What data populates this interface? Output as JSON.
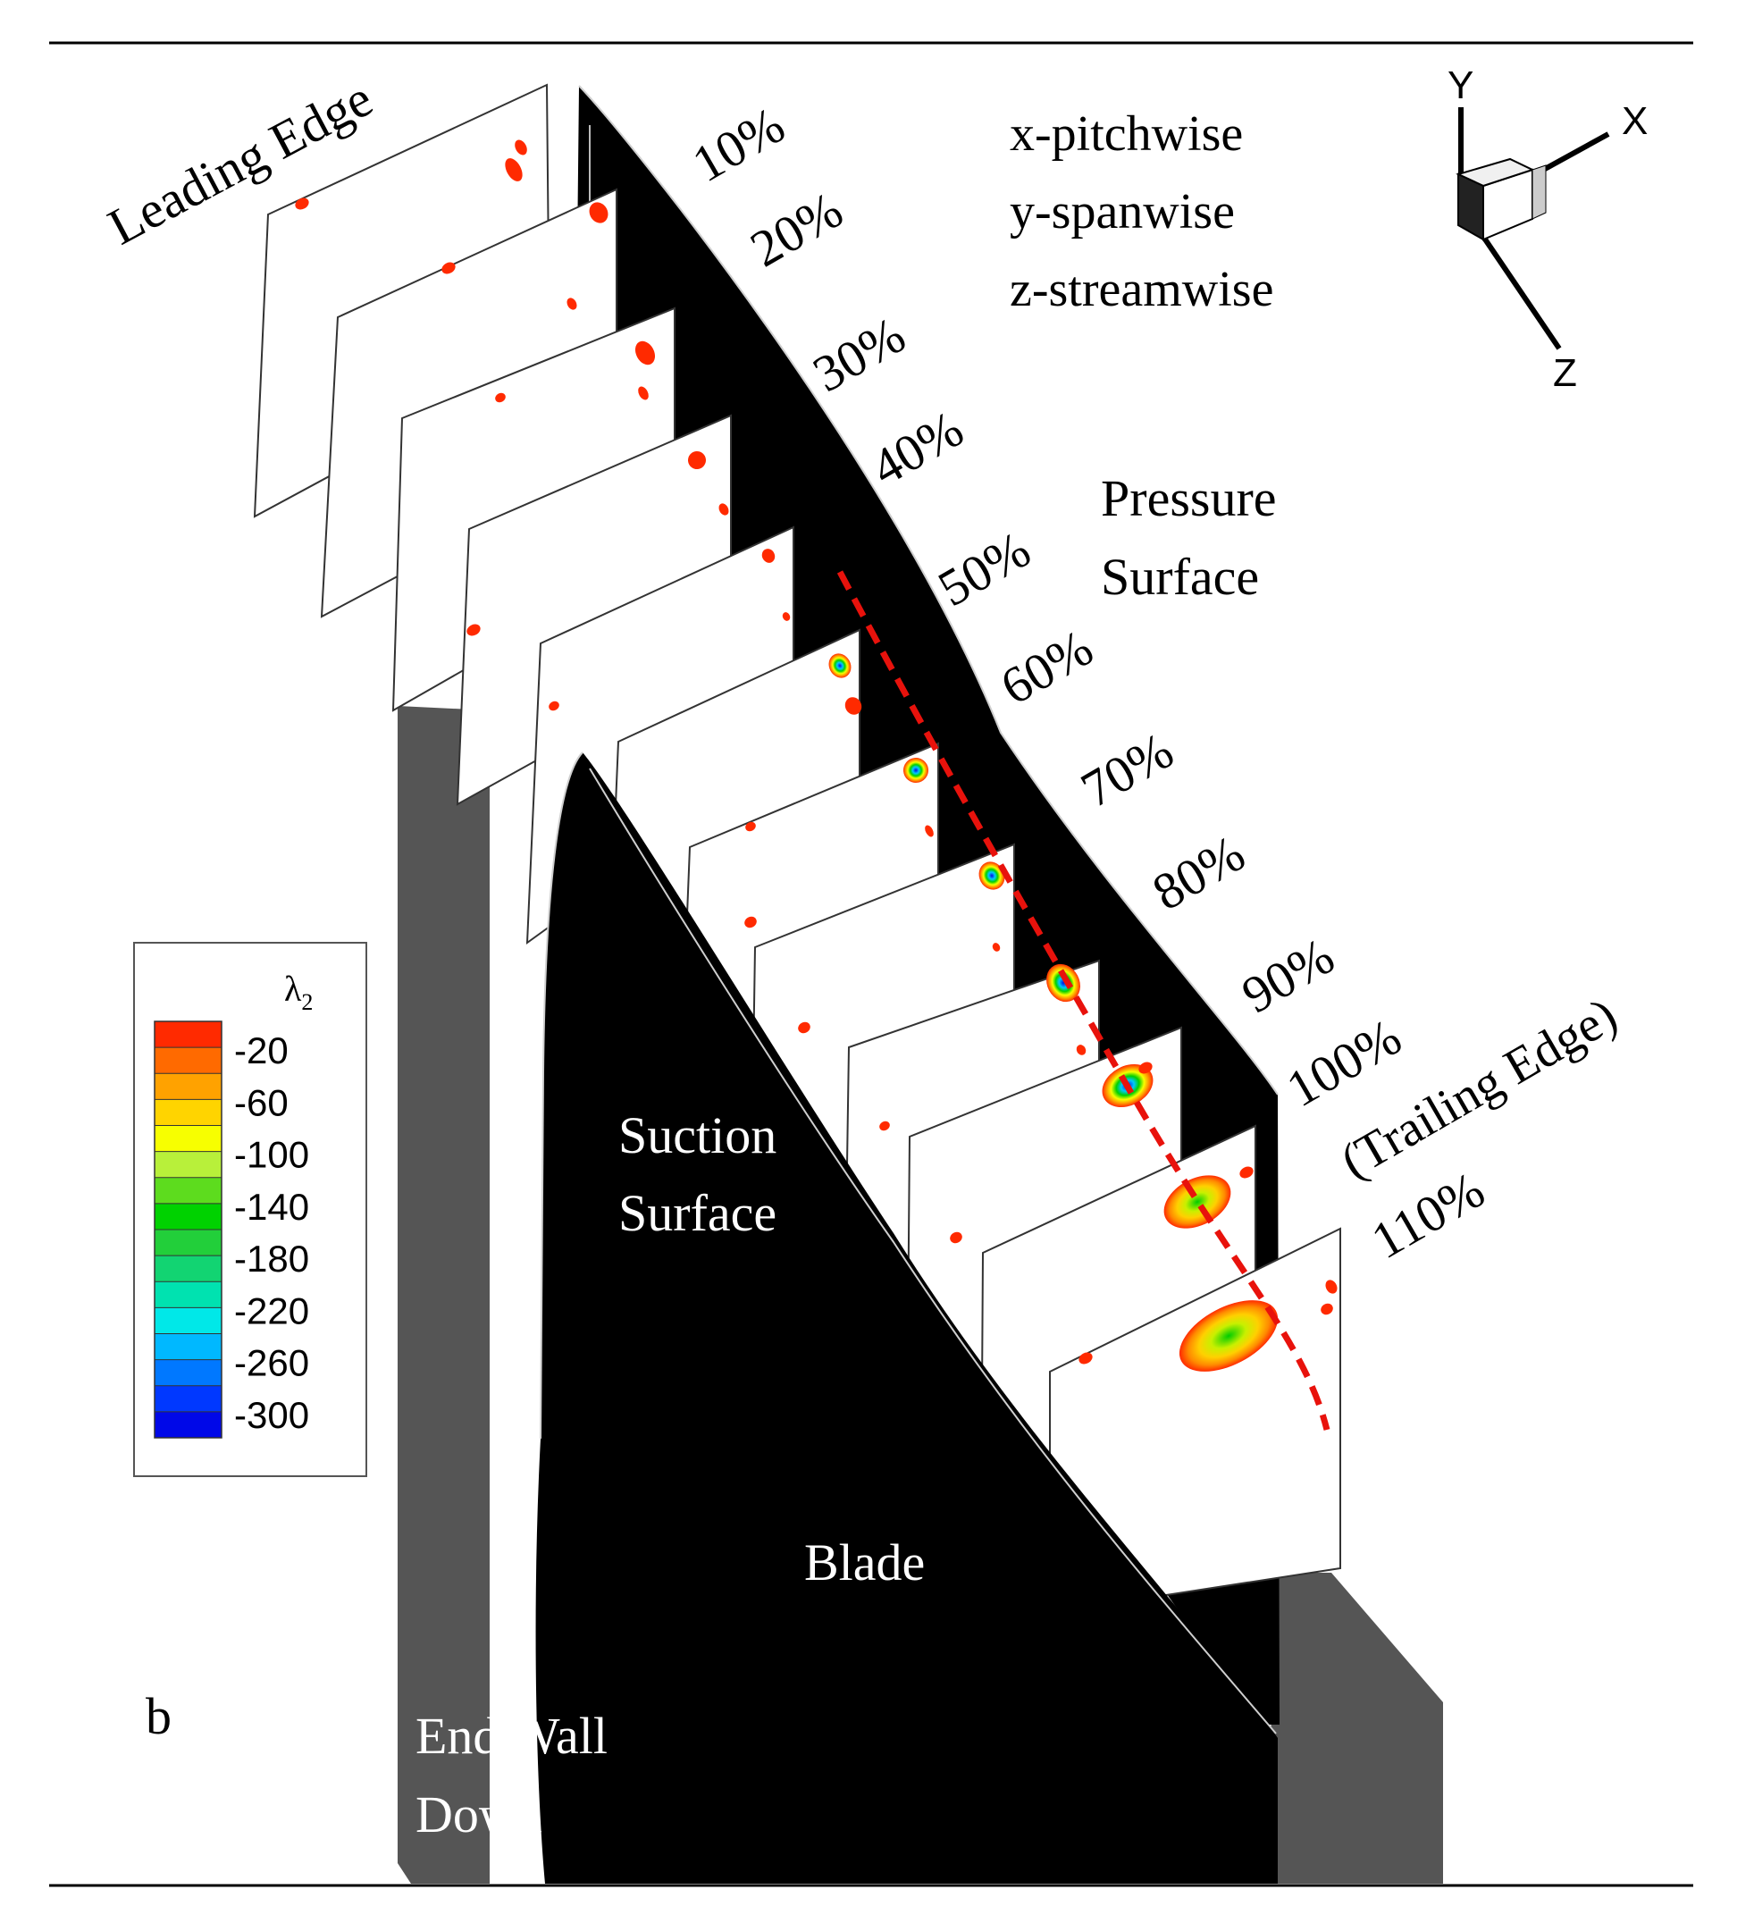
{
  "leading_edge_label": "Leading Edge",
  "trailing_edge_label": "(Trailing Edge)",
  "axis_descriptions": [
    "x-pitchwise",
    "y-spanwise",
    "z-streamwise"
  ],
  "pressure_surface_label": [
    "Pressure",
    "Surface"
  ],
  "suction_surface_label": [
    "Suction",
    "Surface"
  ],
  "blade_label": "Blade",
  "end_wall_label": [
    "End Wall",
    "Down"
  ],
  "panel_letter": "b",
  "triad": {
    "y": "Y",
    "x": "X",
    "z": "Z"
  },
  "legend": {
    "title": "λ",
    "title_subscript": "2",
    "tick_labels": [
      "-20",
      "-60",
      "-100",
      "-140",
      "-180",
      "-220",
      "-260",
      "-300"
    ],
    "colors": [
      "#ff2a00",
      "#ff6a00",
      "#ffa200",
      "#ffd400",
      "#f7ff00",
      "#b8f03a",
      "#5ddc1e",
      "#00d200",
      "#22cf3a",
      "#12d472",
      "#00e2b0",
      "#00e8e8",
      "#00b8ff",
      "#0078ff",
      "#0038ff",
      "#0008e8"
    ]
  },
  "stations": [
    "10%",
    "20%",
    "30%",
    "40%",
    "50%",
    "60%",
    "70%",
    "80%",
    "90%",
    "100%",
    "110%"
  ],
  "colors": {
    "blade": "#000000",
    "end_wall": "#555555",
    "trajectory": "#e8120c",
    "plane": "#ffffff"
  }
}
